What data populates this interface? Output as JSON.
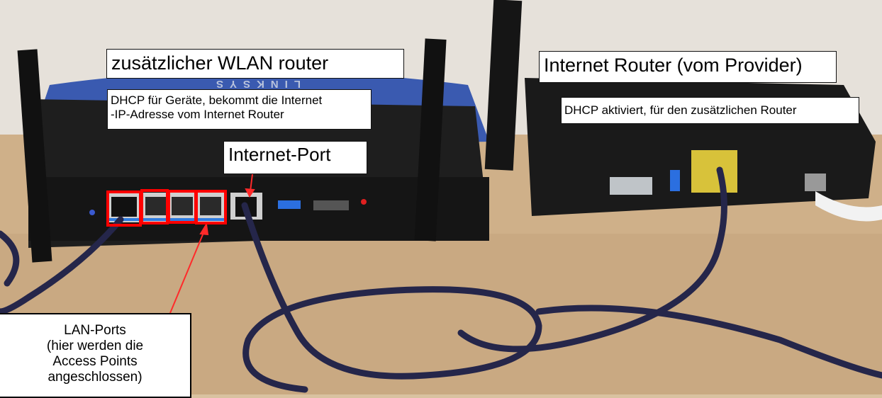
{
  "annotations": {
    "wlan_router_title": "zusätzlicher WLAN router",
    "wlan_router_desc_line1": "DHCP für Geräte, bekommt die Internet",
    "wlan_router_desc_line2": "-IP-Adresse vom Internet Router",
    "internet_port": "Internet-Port",
    "provider_router_title": "Internet Router (vom Provider)",
    "provider_router_desc": "DHCP aktiviert, für den zusätzlichen Router",
    "lan_ports": [
      "LAN-Ports",
      "(hier werden die",
      "Access Points",
      "angeschlossen)"
    ]
  },
  "device_markings": {
    "brand": "LINKSYS"
  },
  "colors": {
    "highlight": "#ff0000",
    "arrow": "#ff2a2a",
    "cable": "#25264a"
  }
}
